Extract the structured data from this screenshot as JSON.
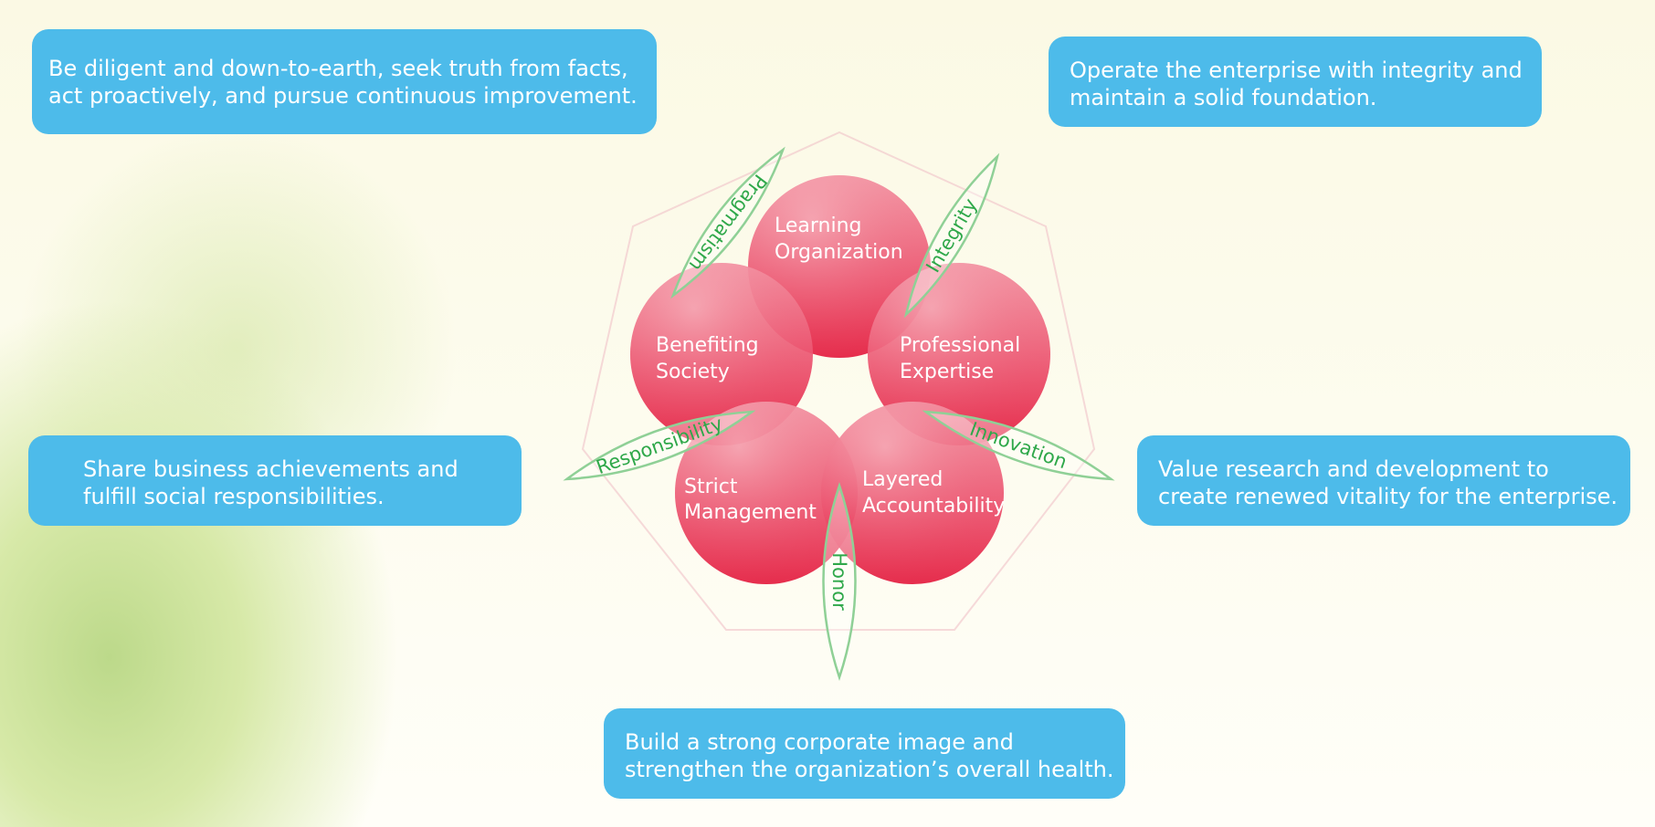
{
  "cards": {
    "pragmatism": [
      "Be diligent and down-to-earth, seek truth from facts,",
      " act proactively, and pursue continuous improvement."
    ],
    "integrity": [
      "Operate the enterprise with integrity and",
      "maintain a solid foundation."
    ],
    "responsibility": [
      "Share business achievements and",
      "fulfill social responsibilities."
    ],
    "innovation": [
      "Value research and development to",
      "create renewed vitality for the enterprise."
    ],
    "honor": [
      "Build a strong corporate image and",
      "strengthen the organization’s overall health."
    ]
  },
  "circles": {
    "learning": [
      "Learning",
      "Organization"
    ],
    "professional": [
      "Professional",
      "Expertise"
    ],
    "benefiting": [
      "Benefiting",
      "Society"
    ],
    "strict": [
      "Strict",
      "Management"
    ],
    "layered": [
      "Layered",
      "Accountability"
    ]
  },
  "leaves": {
    "pragmatism": "Pragmatism",
    "integrity": "Integrity",
    "responsibility": "Responsibility",
    "innovation": "Innovation",
    "honor": "Honor"
  },
  "colors": {
    "card": "#4dbbea",
    "circle_light": "#f4a0ae",
    "circle_dark": "#e3163a",
    "leaf_stroke": "#8fd096",
    "leaf_text": "#2fa84a"
  }
}
